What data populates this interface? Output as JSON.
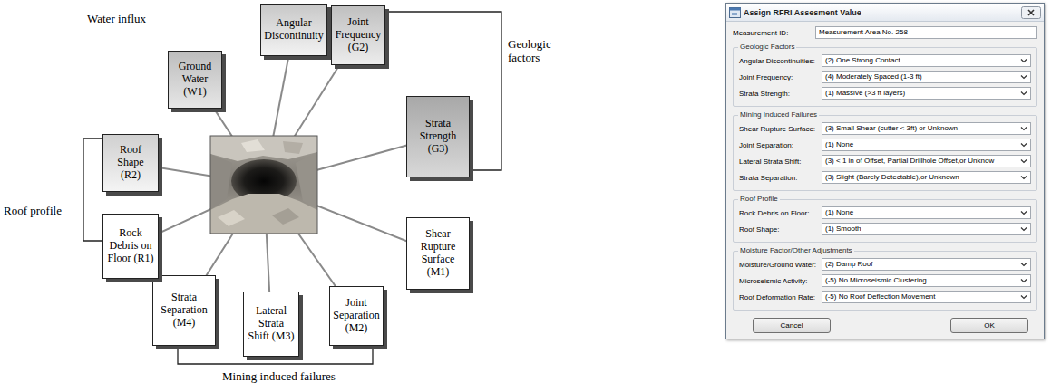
{
  "diagram": {
    "nodes": [
      {
        "text": [
          "Angular Discontinuity"
        ]
      },
      {
        "text": [
          "Joint Frequency (G2)"
        ]
      },
      {
        "text": [
          "Strata Strength (G3)"
        ]
      },
      {
        "text": [
          "Shear Rupture Surface (M1)"
        ]
      },
      {
        "text": [
          "Joint Separation (M2)"
        ]
      },
      {
        "text": [
          "Lateral Strata Shift (M3)"
        ]
      },
      {
        "text": [
          "Strata Separation (M4)"
        ]
      },
      {
        "text": [
          "Rock Debris on Floor (R1)"
        ]
      },
      {
        "text": [
          "Roof Shape (R2)"
        ]
      },
      {
        "text": [
          "Ground Water (W1)"
        ]
      },
      {
        "text": [
          "Assign RFRI Assesment Value"
        ]
      },
      {
        "text": [
          "Measurement ID:",
          "Measurement Area No. 258"
        ],
        "in": 10
      },
      {
        "text": [
          "Geologic Factors"
        ],
        "in": 10
      },
      {
        "text": [
          "Angular Discontinuities:",
          "(2) One Strong Contact"
        ],
        "in": 12
      },
      {
        "text": [
          "Joint Frequency:",
          "(4) Moderately Spaced (1-3 ft)"
        ],
        "in": 12
      },
      {
        "text": [
          "Strata Strength:",
          "(1) Massive (>3 ft layers)"
        ],
        "in": 12
      },
      {
        "text": [
          "Mining Induced Failures"
        ],
        "in": 10
      },
      {
        "text": [
          "Shear Rupture Surface:",
          "(3) Small Shear (cutter < 3ft) or Unknown"
        ],
        "in": 16
      },
      {
        "text": [
          "Joint Separation:",
          "(1) None"
        ],
        "in": 16
      },
      {
        "text": [
          "Lateral Strata Shift:",
          "(3) < 1 in of Offset, Partial Drillhole Offset,or Unknow"
        ],
        "in": 16
      },
      {
        "text": [
          "Strata Separation:",
          "(3) Slight (Barely Detectable),or Unknown"
        ],
        "in": 16
      },
      {
        "text": [
          "Roof Profile"
        ],
        "in": 10
      },
      {
        "text": [
          "Rock Debris on Floor:",
          "(1) None"
        ],
        "in": 21
      },
      {
        "text": [
          "Roof Shape:",
          "(1) Smooth"
        ],
        "in": 21
      },
      {
        "text": [
          "Moisture Factor/Other Adjustments"
        ],
        "in": 10
      },
      {
        "text": [
          "Moisture/Ground Water:",
          "(2) Damp Roof"
        ],
        "in": 24
      },
      {
        "text": [
          "Microseismic Activity:",
          "(-5) No Microseismic Clustering"
        ],
        "in": 24
      },
      {
        "text": [
          "Roof Deformation Rate:",
          "(-5) No Roof Deflection Movement"
        ],
        "in": 24
      },
      {
        "text": [
          "Cancel"
        ],
        "in": 10
      },
      {
        "text": [
          "OK"
        ],
        "in": 10
      }
    ],
    "edges": [
      {
        "from": 1,
        "to": 2,
        "arrow": "none"
      },
      {
        "from": 8,
        "to": 7,
        "arrow": "none"
      },
      {
        "from": 6,
        "to": 4,
        "arrow": "none"
      }
    ],
    "labels": [
      "Water influx",
      "Geologic factors",
      "Roof profile",
      "Mining induced failures"
    ]
  }
}
